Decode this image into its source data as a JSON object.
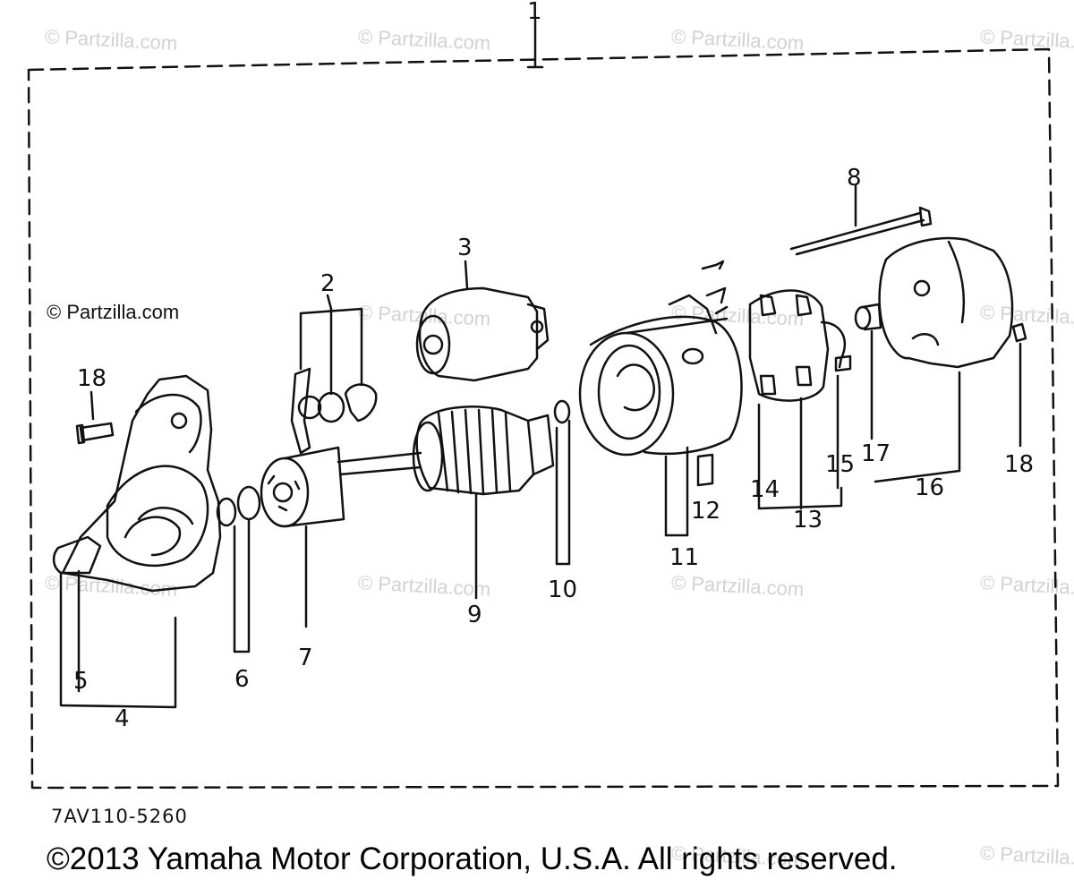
{
  "watermark": {
    "text": "© Partzilla.com"
  },
  "badge": {
    "text": "© Partzilla.com"
  },
  "callouts": [
    "1",
    "2",
    "3",
    "4",
    "5",
    "6",
    "7",
    "8",
    "9",
    "10",
    "11",
    "12",
    "13",
    "14",
    "15",
    "16",
    "17",
    "18",
    "18"
  ],
  "diagram_code": "7AV110-5260",
  "copyright": "©2013 Yamaha Motor Corporation, U.S.A. All rights reserved."
}
